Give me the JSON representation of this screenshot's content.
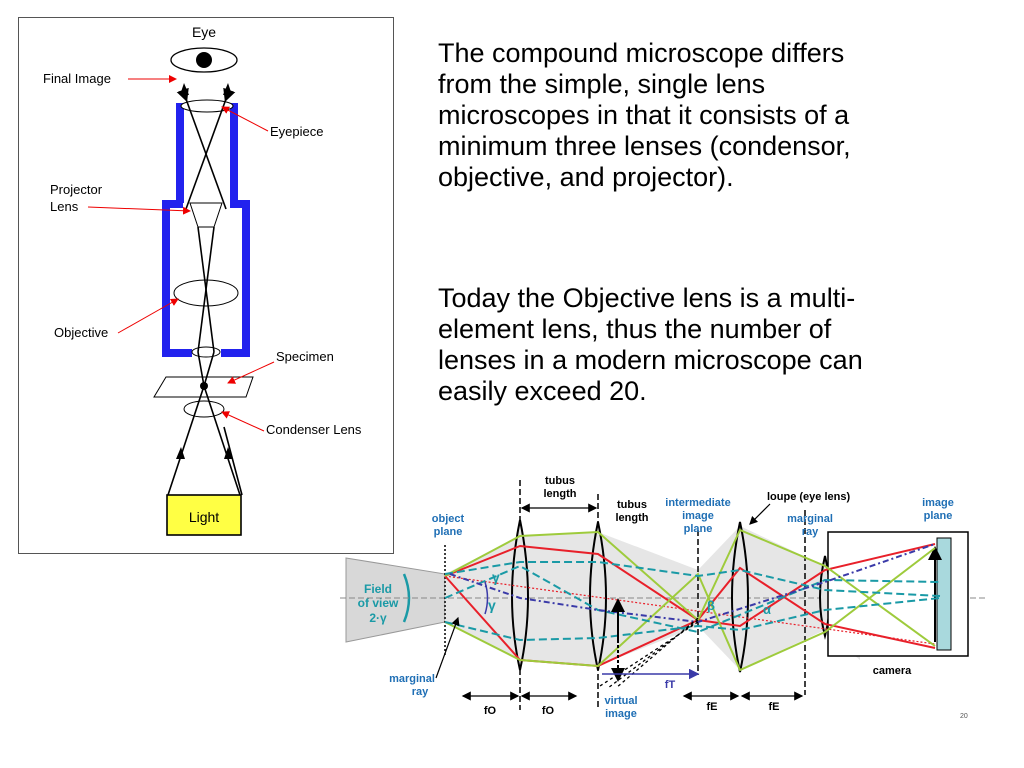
{
  "text": {
    "paragraph_1_lines": [
      "The compound microscope differs",
      "from the simple, single lens",
      "microscopes in that it consists of a",
      "minimum three lenses (condensor,",
      "objective, and projector)."
    ],
    "paragraph_2_lines": [
      "Today the Objective lens is a multi-",
      "element lens, thus the number of",
      "lenses in a modern microscope can",
      "easily exceed 20."
    ]
  },
  "left_diagram": {
    "labels": {
      "eye": "Eye",
      "final_image": "Final Image",
      "eyepiece": "Eyepiece",
      "projector_lens_line1": "Projector",
      "projector_lens_line2": "Lens",
      "objective": "Objective",
      "specimen": "Specimen",
      "condenser_lens": "Condenser Lens",
      "light": "Light"
    },
    "colors": {
      "tube": "#2222ee",
      "leader": "#ee0000",
      "light_box": "#ffff44"
    }
  },
  "right_diagram": {
    "labels": {
      "tubus_length_top_1": "tubus",
      "tubus_length_top_2": "length",
      "object_plane_1": "object",
      "object_plane_2": "plane",
      "tubus_length_mid_1": "tubus",
      "tubus_length_mid_2": "length",
      "intermediate_1": "intermediate",
      "intermediate_2": "image",
      "intermediate_3": "plane",
      "loupe": "loupe (eye lens)",
      "marginal_ray_top_1": "marginal",
      "marginal_ray_top_2": "ray",
      "image_plane_1": "image",
      "image_plane_2": "plane",
      "field_of_view_1": "Field",
      "field_of_view_2": "of view",
      "field_of_view_3": "2·γ",
      "gamma_1": "γ",
      "gamma_2": "γ",
      "alpha": "α",
      "beta": "β",
      "marginal_ray_bottom_1": "marginal",
      "marginal_ray_bottom_2": "ray",
      "camera": "camera",
      "f_o_1": "fO",
      "f_o_2": "fO",
      "f_t": "fT",
      "virtual_image_1": "virtual",
      "virtual_image_2": "image",
      "f_e_1": "fE",
      "f_e_2": "fE",
      "slide_number": "20"
    },
    "colors": {
      "red_ray": "#e8202a",
      "green_ray": "#9ecb3c",
      "teal_ray": "#1a9aa6",
      "blue_ray": "#3a3aa8",
      "label_blue": "#1f6fb5",
      "image_plane_fill": "#a9d9dd",
      "field_fill": "#d8d8d8"
    }
  }
}
